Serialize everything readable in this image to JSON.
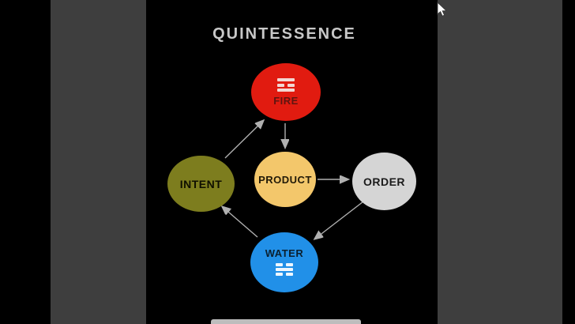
{
  "window": {
    "background": "#000000",
    "side_panel_color": "#3e3e3e"
  },
  "slide": {
    "title": "QUINTESSENCE",
    "title_color": "#c8c8c8",
    "background": "#000000"
  },
  "nodes": [
    {
      "id": "fire",
      "label": "FIRE",
      "color": "#e11b10",
      "text_color": "#601510",
      "icon": "fire-trigram-icon",
      "icon_lines": [
        "solid",
        "broken",
        "solid"
      ],
      "icon_color": "#f2d7d3",
      "icon_position": "above-label"
    },
    {
      "id": "intent",
      "label": "INTENT",
      "color": "#7d7d1e",
      "text_color": "#0f0f00"
    },
    {
      "id": "product",
      "label": "PRODUCT",
      "color": "#f3c76b",
      "text_color": "#221a08"
    },
    {
      "id": "order",
      "label": "ORDER",
      "color": "#d5d5d5",
      "text_color": "#1b1b1b"
    },
    {
      "id": "water",
      "label": "WATER",
      "color": "#2190e8",
      "text_color": "#0a2030",
      "icon": "water-trigram-icon",
      "icon_lines": [
        "broken",
        "solid",
        "broken"
      ],
      "icon_color": "#eef7ff",
      "icon_position": "below-label"
    }
  ],
  "edges": [
    {
      "from": "INTENT",
      "to": "FIRE"
    },
    {
      "from": "FIRE",
      "to": "PRODUCT"
    },
    {
      "from": "PRODUCT",
      "to": "ORDER"
    },
    {
      "from": "ORDER",
      "to": "WATER"
    },
    {
      "from": "WATER",
      "to": "INTENT"
    }
  ],
  "arrow_color": "#b0b0b0",
  "cursor": {
    "type": "mouse-pointer",
    "color": "#ffffff"
  }
}
